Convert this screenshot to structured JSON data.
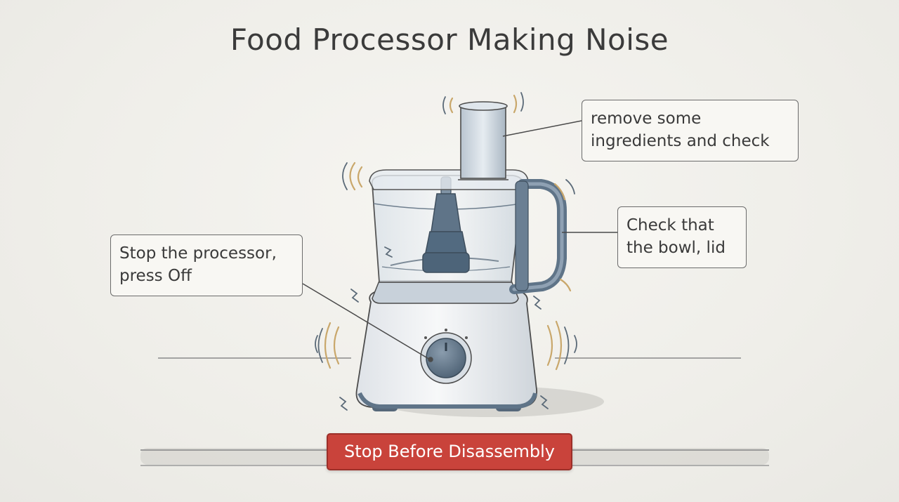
{
  "title": "Food Processor Making Noise",
  "callouts": {
    "remove": {
      "lines": [
        "remove some",
        "ingredients and check"
      ]
    },
    "check": {
      "lines": [
        "Check that",
        "the bowl, lid"
      ]
    },
    "stop": {
      "lines": [
        "Stop the processor,",
        "press Off"
      ]
    }
  },
  "banner": {
    "label": "Stop Before Disassembly"
  },
  "colors": {
    "banner": "#c9433b",
    "appliance_body": "#e9ecef",
    "appliance_accent": "#5f7488",
    "vibration": "#c9a76b"
  },
  "icons": {
    "appliance": "food-processor-illustration",
    "vibration": "vibration-lines-icon"
  }
}
